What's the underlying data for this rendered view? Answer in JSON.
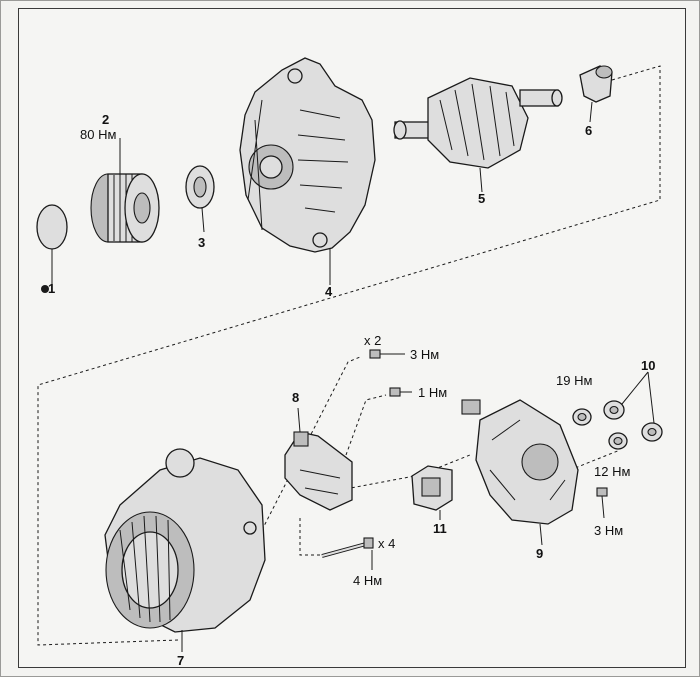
{
  "callouts": {
    "p1": "1",
    "p2": "2",
    "p3": "3",
    "p4": "4",
    "p5": "5",
    "p6": "6",
    "p7": "7",
    "p8": "8",
    "p9": "9",
    "p10": "10",
    "p11": "11"
  },
  "torques": {
    "pulley": "80 Нм",
    "bolt_top": "3 Нм",
    "bolt_mid": "1 Нм",
    "nut_19": "19 Нм",
    "nut_12": "12 Нм",
    "screw_cover": "3 Нм",
    "stud": "4 Нм"
  },
  "quantities": {
    "bolt_top": "x 2",
    "stud": "x 4"
  },
  "colors": {
    "ink": "#1a1a1a",
    "paper": "#f5f5f3",
    "metal": "#dedede"
  }
}
